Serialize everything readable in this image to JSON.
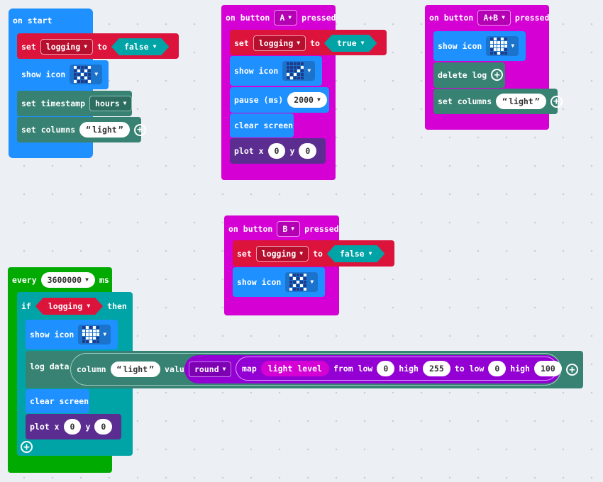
{
  "on_start": {
    "hat": "on start",
    "set": "set",
    "to": "to",
    "var": "logging",
    "value": "false",
    "show_icon": "show icon",
    "timestamp": "set timestamp",
    "timestamp_unit": "hours",
    "columns": "set columns",
    "column_name": "light"
  },
  "button_a": {
    "on": "on button",
    "button": "A",
    "pressed": "pressed",
    "set": "set",
    "to": "to",
    "var": "logging",
    "value": "true",
    "show_icon": "show icon",
    "pause": "pause (ms)",
    "pause_value": "2000",
    "clear": "clear screen",
    "plot": "plot x",
    "x": "0",
    "y_label": "y",
    "y": "0"
  },
  "button_ab": {
    "on": "on button",
    "button": "A+B",
    "pressed": "pressed",
    "show_icon": "show icon",
    "delete": "delete log",
    "columns": "set columns",
    "column_name": "light"
  },
  "button_b": {
    "on": "on button",
    "button": "B",
    "pressed": "pressed",
    "set": "set",
    "to": "to",
    "var": "logging",
    "value": "false",
    "show_icon": "show icon"
  },
  "every": {
    "every": "every",
    "interval": "3600000",
    "unit": "ms",
    "if": "if",
    "cond": "logging",
    "then": "then",
    "show_icon": "show icon",
    "log_data": "log data",
    "column": "column",
    "column_name": "light",
    "value": "value",
    "round": "round",
    "map": "map",
    "light_level": "light level",
    "from_low": "from low",
    "from_low_v": "0",
    "high": "high",
    "from_high_v": "255",
    "to_low": "to low",
    "to_low_v": "0",
    "high2": "high",
    "to_high_v": "100",
    "clear": "clear screen",
    "plot": "plot x",
    "x": "0",
    "y_label": "y",
    "y": "0"
  },
  "icons": {
    "cross": [
      1,
      0,
      0,
      0,
      1,
      0,
      1,
      0,
      1,
      0,
      0,
      0,
      1,
      0,
      0,
      0,
      1,
      0,
      1,
      0,
      1,
      0,
      0,
      0,
      1
    ],
    "heart": [
      0,
      1,
      0,
      1,
      0,
      1,
      1,
      1,
      1,
      1,
      1,
      1,
      1,
      1,
      1,
      0,
      1,
      1,
      1,
      0,
      0,
      0,
      1,
      0,
      0
    ],
    "check": [
      0,
      0,
      0,
      0,
      0,
      0,
      0,
      0,
      0,
      1,
      0,
      0,
      0,
      1,
      0,
      1,
      0,
      1,
      0,
      0,
      0,
      1,
      0,
      0,
      0
    ]
  },
  "colors": {
    "basic": "#1e90ff",
    "input": "#d400d4",
    "variables": "#dc143c",
    "logic": "#00a4a6",
    "datalogger": "#378273",
    "led": "#5c2d91",
    "loops": "#00aa00",
    "math": "#9400d3"
  }
}
